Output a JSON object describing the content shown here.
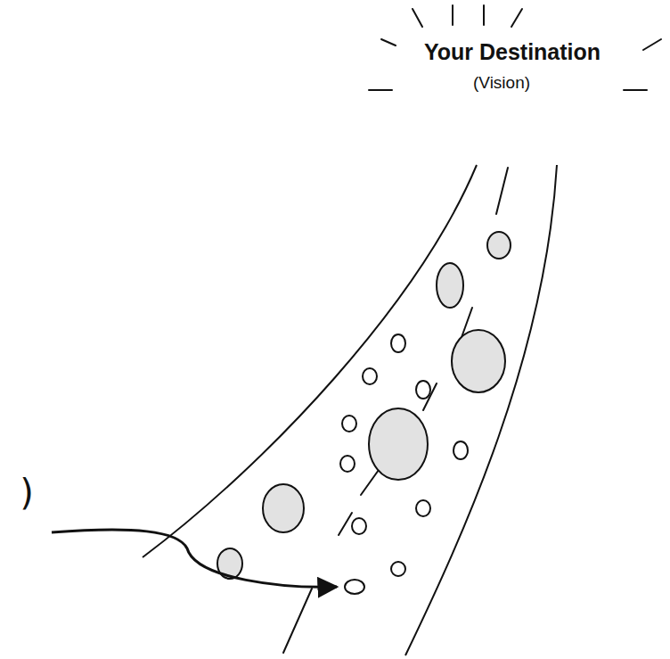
{
  "diagram": {
    "labels": [
      "Your Destination",
      "(Vision)",
      ")"
    ]
  }
}
